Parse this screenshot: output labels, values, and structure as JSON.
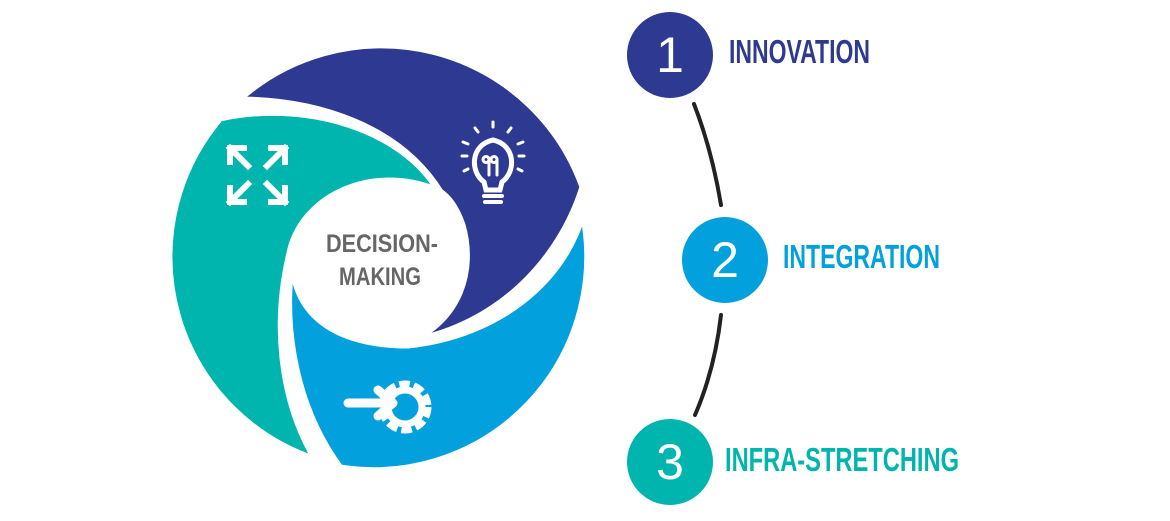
{
  "center": {
    "line1": "DECISION-",
    "line2": "MAKING"
  },
  "steps": [
    {
      "number": "1",
      "label": "INNOVATION",
      "color": "#2E3A92",
      "icon": "lightbulb-icon"
    },
    {
      "number": "2",
      "label": "INTEGRATION",
      "color": "#02A0DC",
      "icon": "gear-arrow-icon"
    },
    {
      "number": "3",
      "label": "INFRA-STRETCHING",
      "color": "#00B5AD",
      "icon": "expand-arrows-icon"
    }
  ],
  "connector_color": "#222222"
}
